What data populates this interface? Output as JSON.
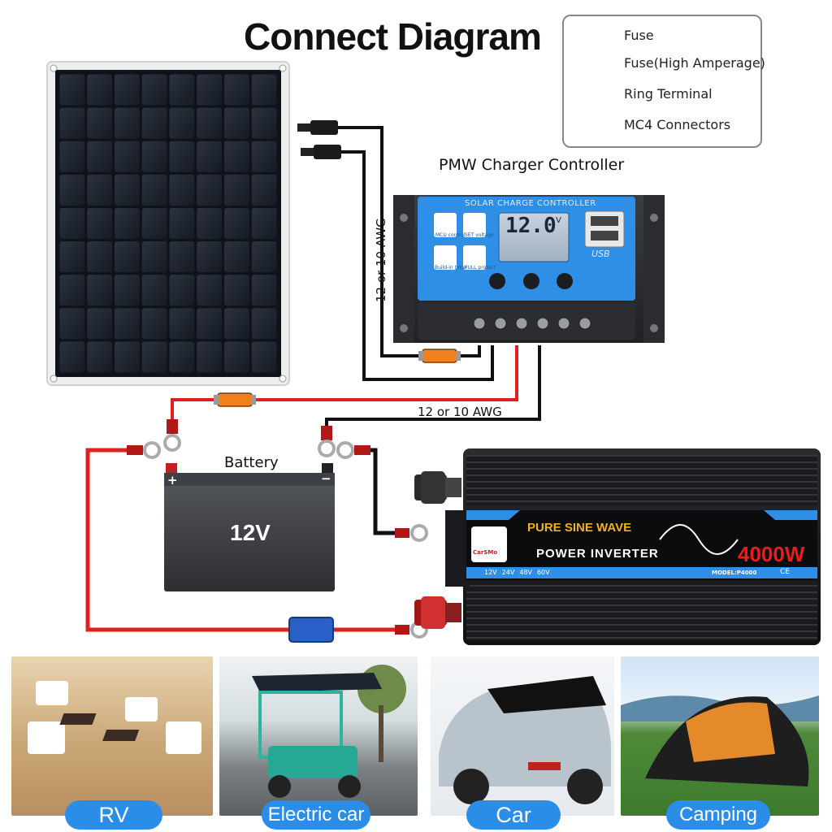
{
  "title": "Connect Diagram",
  "legend": {
    "fuse": "Fuse",
    "fuse_high": "Fuse(High Amperage)",
    "ring_terminal": "Ring Terminal",
    "mc4": "MC4 Connectors"
  },
  "controller": {
    "label": "PMW Charger Controller",
    "header": "SOLAR CHARGE CONTROLLER",
    "display": "12.0",
    "display_unit": "V",
    "icon_mcu": "MCU control",
    "icon_set": "SET voltage",
    "icon_timer": "Build-in timer",
    "icon_protect": "FULL protect",
    "usb": "USB"
  },
  "wire_labels": {
    "vertical": "12 or 10 AWG",
    "horizontal": "12 or 10 AWG"
  },
  "battery": {
    "label": "Battery",
    "voltage": "12V",
    "plus": "+",
    "minus": "−"
  },
  "inverter": {
    "wave": "PURE SINE WAVE",
    "name": "POWER INVERTER",
    "power": "4000W",
    "brand": "CarSMo",
    "voltages": [
      "12V",
      "24V",
      "48V",
      "60V"
    ],
    "model": "MODEL:P4000",
    "marks": "CE"
  },
  "uses": [
    {
      "label": "RV"
    },
    {
      "label": "Electric car"
    },
    {
      "label": "Car"
    },
    {
      "label": "Camping"
    }
  ],
  "colors": {
    "positive_wire": "#e02020",
    "negative_wire": "#111111",
    "fuse": "#f0801e",
    "fuse_high": "#2a5fc8",
    "controller_blue": "#2f8fe6",
    "pill_blue": "#2a8ee8",
    "inverter_red": "#e81e1e",
    "inverter_orange": "#f0b020"
  }
}
